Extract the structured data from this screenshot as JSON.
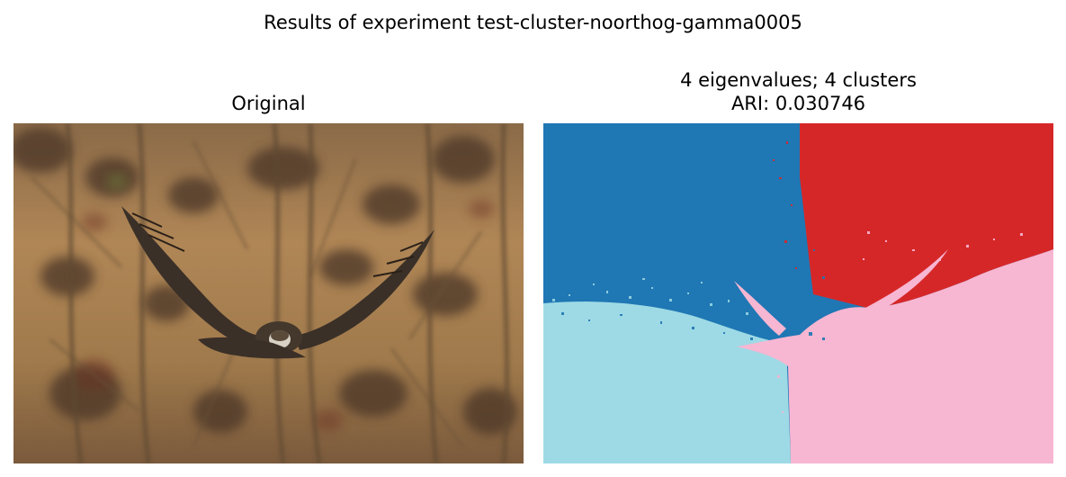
{
  "figure": {
    "suptitle": "Results of experiment test-cluster-noorthog-gamma0005"
  },
  "panels": {
    "original": {
      "title": "Original"
    },
    "segmentation": {
      "title_line1": "4 eigenvalues; 4 clusters",
      "title_line2": "ARI: 0.030746",
      "cluster_colors": [
        "#1f77b4",
        "#d62728",
        "#9edae5",
        "#f7b6d2"
      ]
    }
  },
  "colors": {
    "background_tan": "#a67c4e",
    "bird_dark": "#3a3028",
    "branch_dark": "#5a4a38"
  }
}
